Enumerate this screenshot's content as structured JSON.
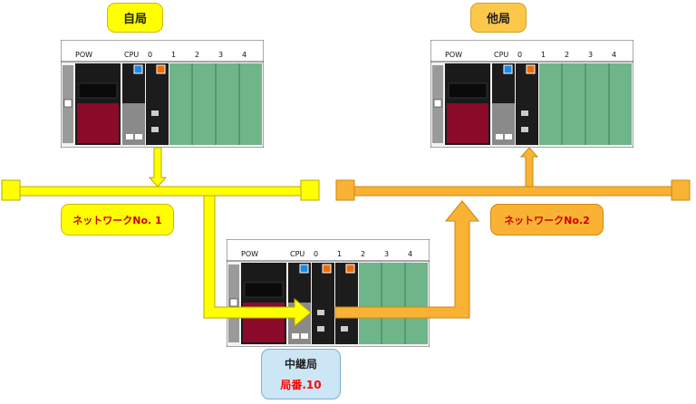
{
  "stations": {
    "own": {
      "label": "自局"
    },
    "other": {
      "label": "他局"
    },
    "relay": {
      "label": "中継局",
      "number": "局番.10"
    }
  },
  "networks": {
    "net1": {
      "label": "ネットワークNo. 1"
    },
    "net2": {
      "label": "ネットワークNo.2"
    }
  },
  "rack": {
    "slot_labels": [
      "POW",
      "CPU",
      "0",
      "1",
      "2",
      "3",
      "4"
    ]
  },
  "colors": {
    "network1": "#ffff00",
    "network2": "#f9b233",
    "relay_box": "#cce6f5",
    "relay_number": "#ff0000",
    "slot_green": "#2e8b57",
    "cpu_led": "#1e88e5",
    "network_module_led": "#ef6c00",
    "power_module": "#8b0a2a"
  }
}
